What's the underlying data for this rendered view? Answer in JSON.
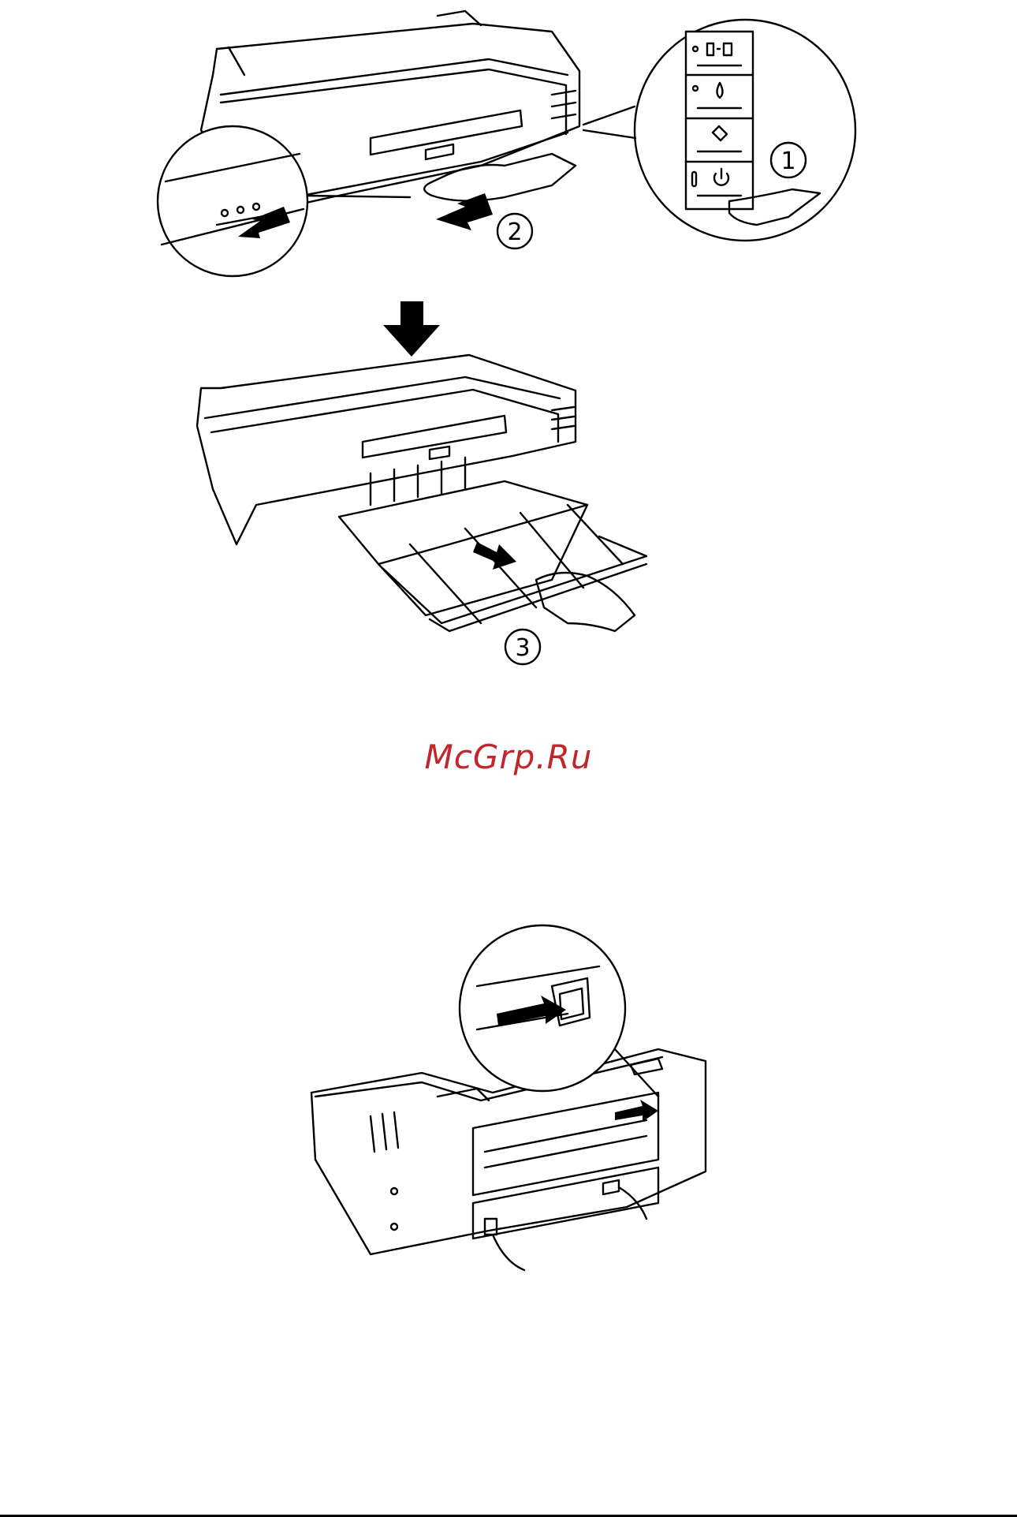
{
  "watermark": {
    "text": "McGrp.Ru",
    "color": "#c0272d"
  },
  "steps": {
    "step1": "1",
    "step2": "2",
    "step3": "3"
  },
  "colors": {
    "ink": "#000000",
    "paper": "#ffffff",
    "watermark": "#c0272d"
  }
}
